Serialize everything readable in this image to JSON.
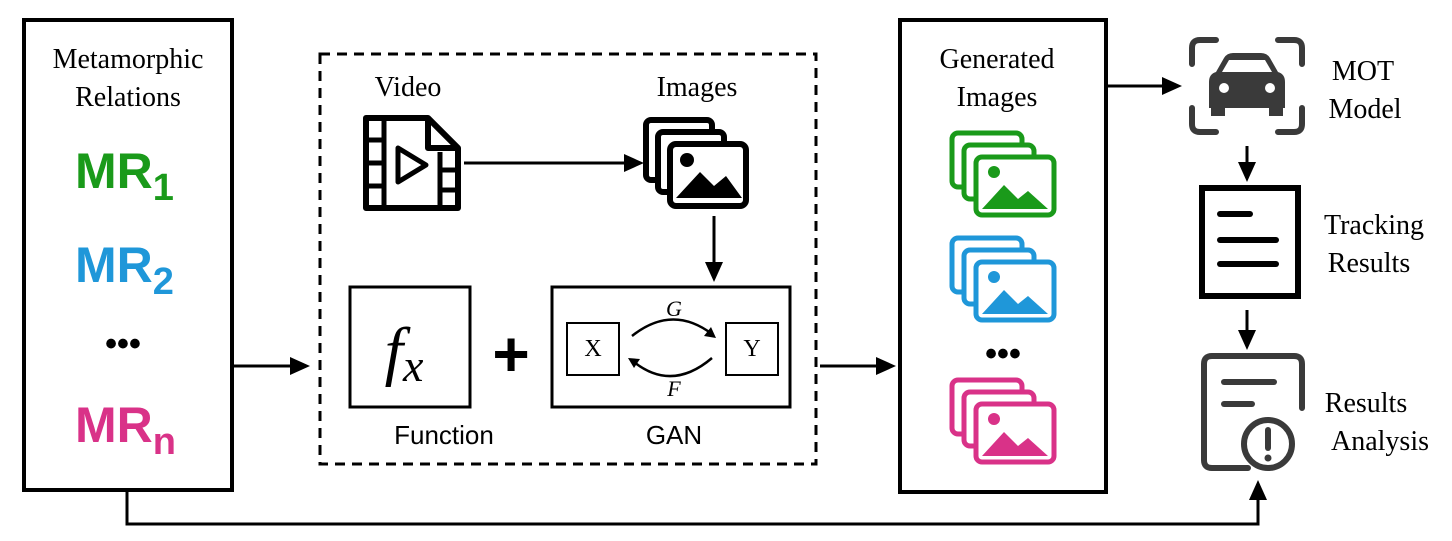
{
  "mr_panel": {
    "title_line1": "Metamorphic",
    "title_line2": "Relations",
    "items": [
      {
        "base": "MR",
        "sub": "1",
        "color": "#1a9a1a"
      },
      {
        "base": "MR",
        "sub": "2",
        "color": "#1f97d9"
      },
      {
        "base": "MR",
        "sub": "n",
        "color": "#d93288"
      }
    ],
    "ellipsis": "•••"
  },
  "generation": {
    "video_label": "Video",
    "images_label": "Images",
    "function_symbol": "f",
    "function_subscript": "x",
    "function_label": "Function",
    "plus": "+",
    "gan": {
      "label": "GAN",
      "domain_x": "X",
      "domain_y": "Y",
      "forward": "G",
      "backward": "F"
    }
  },
  "generated": {
    "title_line1": "Generated",
    "title_line2": "Images",
    "ellipsis": "•••",
    "stack_colors": [
      "#1a9a1a",
      "#1f97d9",
      "#d93288"
    ]
  },
  "pipeline": {
    "mot_line1": "MOT",
    "mot_line2": "Model",
    "tracking_line1": "Tracking",
    "tracking_line2": "Results",
    "analysis_line1": "Results",
    "analysis_line2": "Analysis"
  },
  "icons": {
    "video": "video-file-icon",
    "images": "image-stack-icon",
    "mot": "car-detection-icon",
    "tracking": "document-icon",
    "analysis": "report-warning-icon"
  }
}
